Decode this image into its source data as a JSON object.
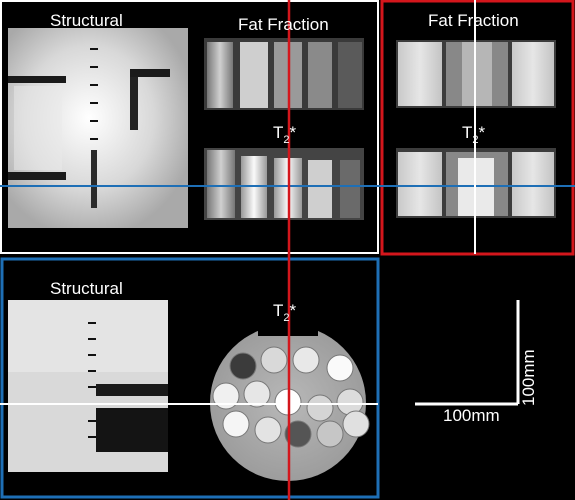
{
  "panels": {
    "top_left": {
      "structural_label": "Structural",
      "fat_fraction_label": "Fat Fraction",
      "t2star_label": {
        "base": "T",
        "sub": "2",
        "sup": "*"
      }
    },
    "top_right": {
      "fat_fraction_label": "Fat Fraction",
      "t2star_label": {
        "base": "T",
        "sub": "2",
        "sup": "*"
      }
    },
    "bottom_left": {
      "structural_label": "Structural",
      "t2star_label": {
        "base": "T",
        "sub": "2",
        "sup": "*"
      }
    },
    "scale_bar": {
      "horizontal_label": "100mm",
      "vertical_label": "100mm"
    }
  },
  "colors": {
    "background": "#000000",
    "red_frame": "#d4161c",
    "blue_frame": "#1e6fb6",
    "white_frame": "#ffffff"
  }
}
